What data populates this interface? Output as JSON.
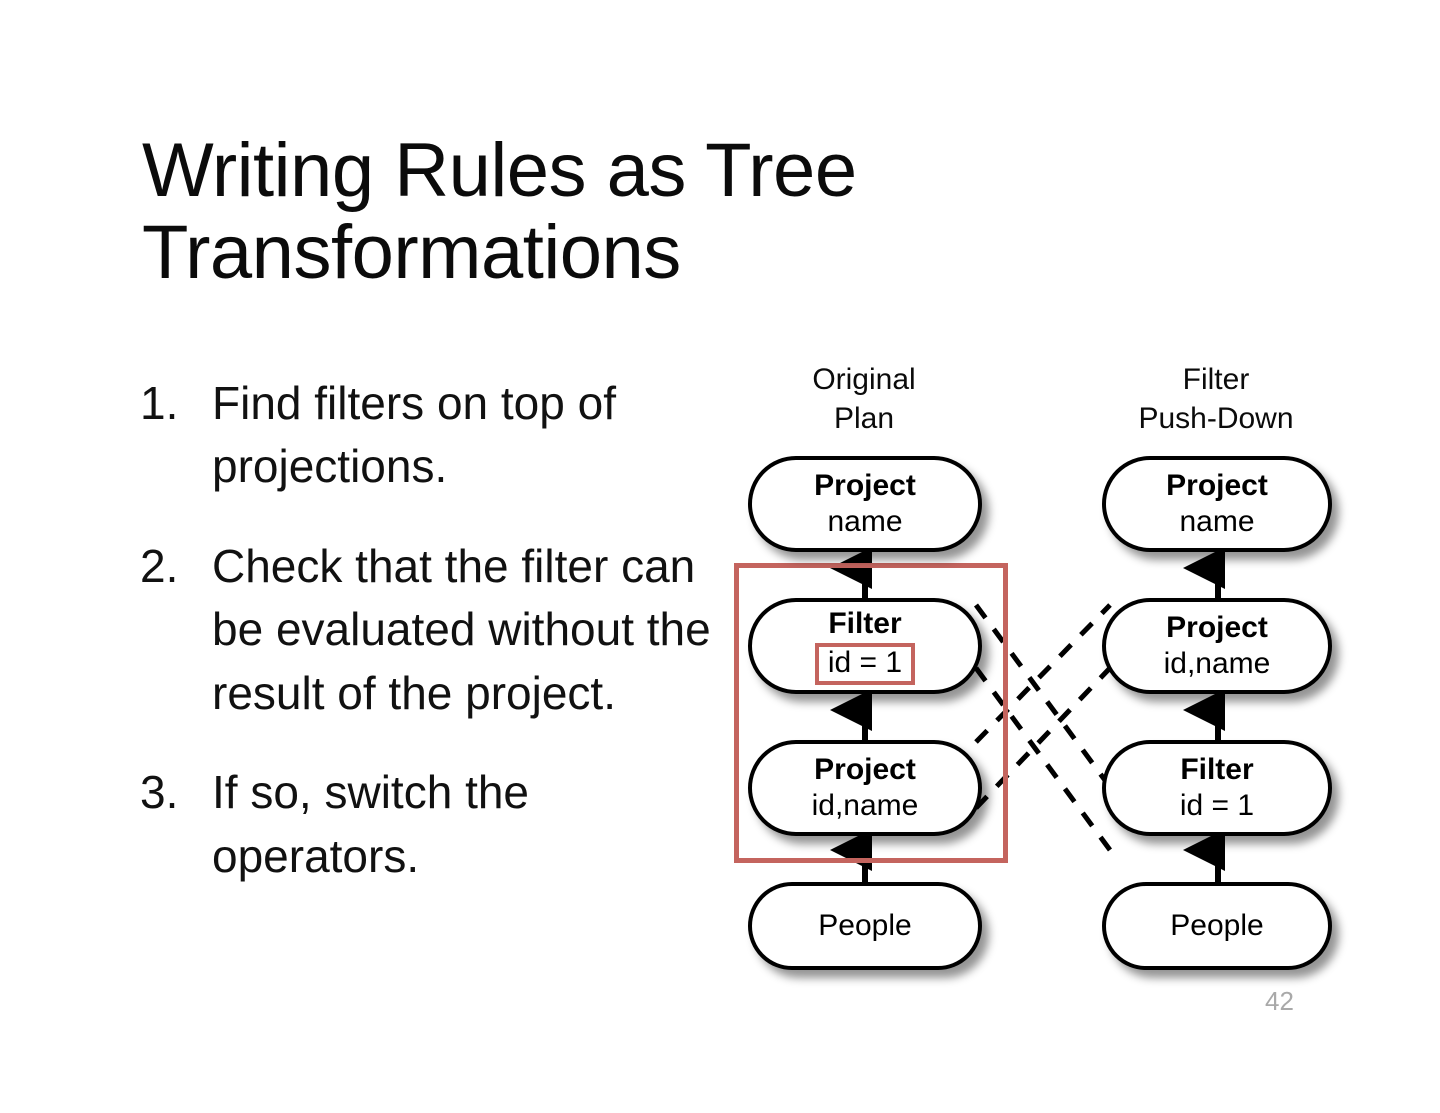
{
  "slide": {
    "title": "Writing Rules as Tree Transformations",
    "page_number": "42",
    "accent_color": "#c4645e",
    "page_number_color": "#a9a9a9"
  },
  "steps": [
    {
      "number": "1.",
      "text": "Find filters on top of projections."
    },
    {
      "number": "2.",
      "text": "Check that the filter can be evaluated without the result of the project."
    },
    {
      "number": "3.",
      "text": "If so, switch the operators."
    }
  ],
  "diagram": {
    "columns": [
      {
        "caption": "Original\nPlan",
        "caption_line1": "Original",
        "caption_line2": "Plan"
      },
      {
        "caption": "Filter\nPush-Down",
        "caption_line1": "Filter",
        "caption_line2": "Push-Down"
      }
    ],
    "left_plan": {
      "name": "Original Plan",
      "nodes": [
        {
          "title": "Project",
          "sub": "name",
          "highlighted_sub": false
        },
        {
          "title": "Filter",
          "sub": "id = 1",
          "highlighted_sub": true
        },
        {
          "title": "Project",
          "sub": "id,name",
          "highlighted_sub": false
        },
        {
          "title": "People",
          "sub": "",
          "highlighted_sub": false
        }
      ],
      "highlight_group": [
        "Filter",
        "Project id,name"
      ]
    },
    "right_plan": {
      "name": "Filter Push-Down",
      "nodes": [
        {
          "title": "Project",
          "sub": "name",
          "highlighted_sub": false
        },
        {
          "title": "Project",
          "sub": "id,name",
          "highlighted_sub": false
        },
        {
          "title": "Filter",
          "sub": "id = 1",
          "highlighted_sub": false
        },
        {
          "title": "People",
          "sub": "",
          "highlighted_sub": false
        }
      ]
    },
    "mapping_edges": [
      {
        "from": "left Filter",
        "to": "right Filter"
      },
      {
        "from": "left Project id,name",
        "to": "right Project id,name"
      }
    ]
  }
}
